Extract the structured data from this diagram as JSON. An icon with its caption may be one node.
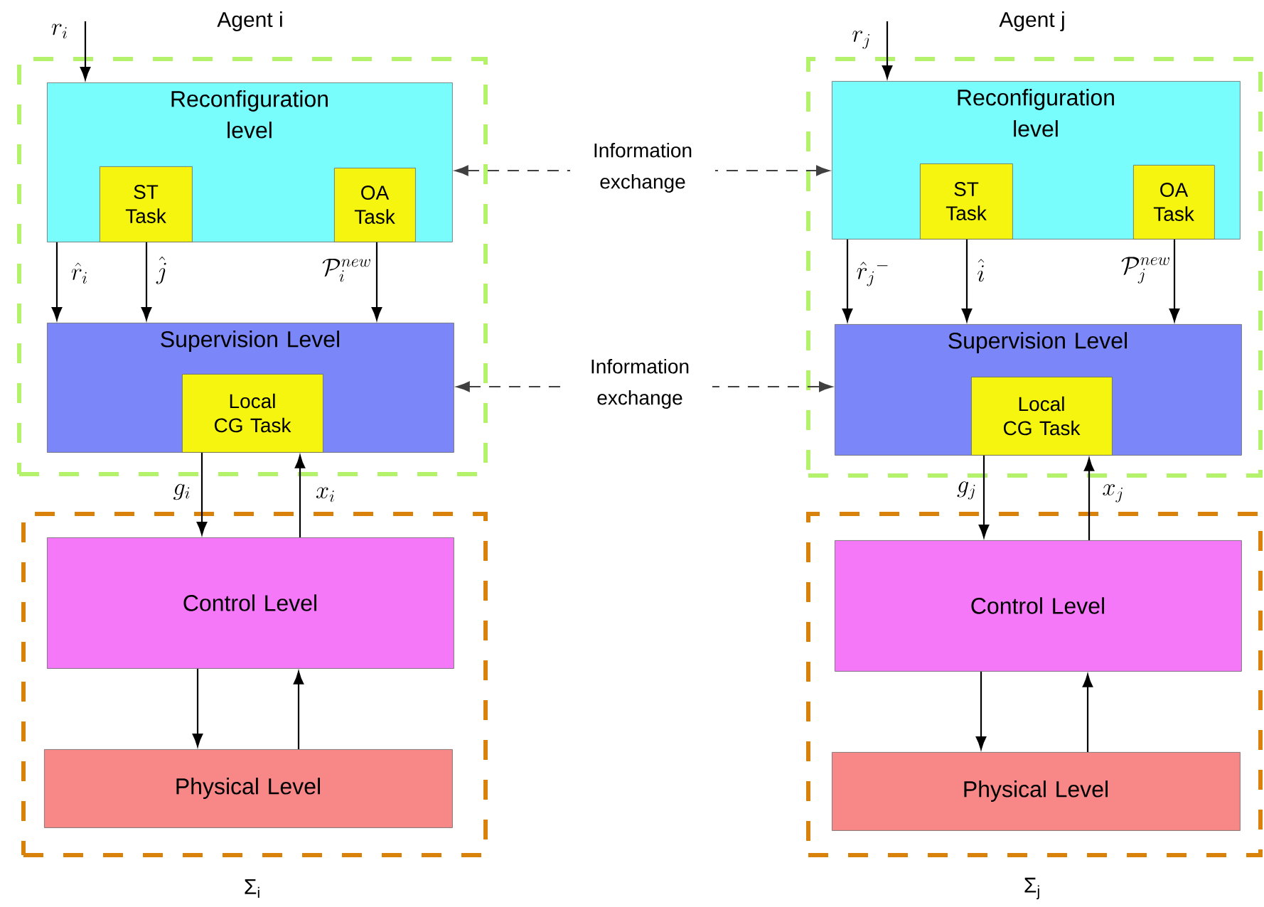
{
  "diagram": {
    "nodes": [
      {
        "text": [
          "Agent i"
        ]
      },
      {
        "text": [
          "Reconfiguration level"
        ],
        "in": 0
      },
      {
        "text": [
          "ST Task"
        ],
        "in": 1
      },
      {
        "text": [
          "OA Task"
        ],
        "in": 1
      },
      {
        "text": [
          "Supervision Level"
        ],
        "in": 0
      },
      {
        "text": [
          "Local CG Task"
        ],
        "in": 4
      },
      {
        "text": [
          "Σ$_{i}$"
        ]
      },
      {
        "text": [
          "Control Level"
        ],
        "in": 6
      },
      {
        "text": [
          "Physical Level"
        ],
        "in": 6
      },
      {
        "text": [
          "Agent j"
        ]
      },
      {
        "text": [
          "Reconfiguration level"
        ],
        "in": 9
      },
      {
        "text": [
          "ST Task"
        ],
        "in": 10
      },
      {
        "text": [
          "OA Task"
        ],
        "in": 10
      },
      {
        "text": [
          "Supervision Level"
        ],
        "in": 9
      },
      {
        "text": [
          "Local CG Task"
        ],
        "in": 13
      },
      {
        "text": [
          "Σ$_{j}$"
        ]
      },
      {
        "text": [
          "Control Level"
        ],
        "in": 15
      },
      {
        "text": [
          "Physical Level"
        ],
        "in": 15
      }
    ],
    "edges": [
      {
        "from": null,
        "to": 1,
        "arrow": "to",
        "label": "r_i"
      },
      {
        "from": 1,
        "to": 4,
        "arrow": "to",
        "label": "\\hat{r}_i"
      },
      {
        "from": 2,
        "to": 4,
        "arrow": "to",
        "label": "\\hat{j}"
      },
      {
        "from": 3,
        "to": 4,
        "arrow": "to",
        "label": "\\mathcal{P}_i^{new}"
      },
      {
        "from": 5,
        "to": 7,
        "arrow": "to",
        "label": "g_i"
      },
      {
        "from": 7,
        "to": 5,
        "arrow": "to",
        "label": "x_i"
      },
      {
        "from": 7,
        "to": 8,
        "arrow": "to"
      },
      {
        "from": 8,
        "to": 7,
        "arrow": "to"
      },
      {
        "from": 1,
        "to": 10,
        "arrow": "both",
        "label": "Information exchange",
        "style": "dashed"
      },
      {
        "from": 4,
        "to": 13,
        "arrow": "both",
        "label": "Information exchange",
        "style": "dashed"
      },
      {
        "from": null,
        "to": 10,
        "arrow": "to",
        "label": "r_j"
      },
      {
        "from": 10,
        "to": 13,
        "arrow": "to",
        "label": "\\hat{r}_j{}^{-}"
      },
      {
        "from": 11,
        "to": 13,
        "arrow": "to",
        "label": "\\hat{i}"
      },
      {
        "from": 12,
        "to": 13,
        "arrow": "to",
        "label": "\\mathcal{P}_j^{new}"
      },
      {
        "from": 14,
        "to": 16,
        "arrow": "to",
        "label": "g_j"
      },
      {
        "from": 16,
        "to": 14,
        "arrow": "to",
        "label": "x_j"
      },
      {
        "from": 16,
        "to": 17,
        "arrow": "to"
      },
      {
        "from": 17,
        "to": 16,
        "arrow": "to"
      }
    ]
  }
}
